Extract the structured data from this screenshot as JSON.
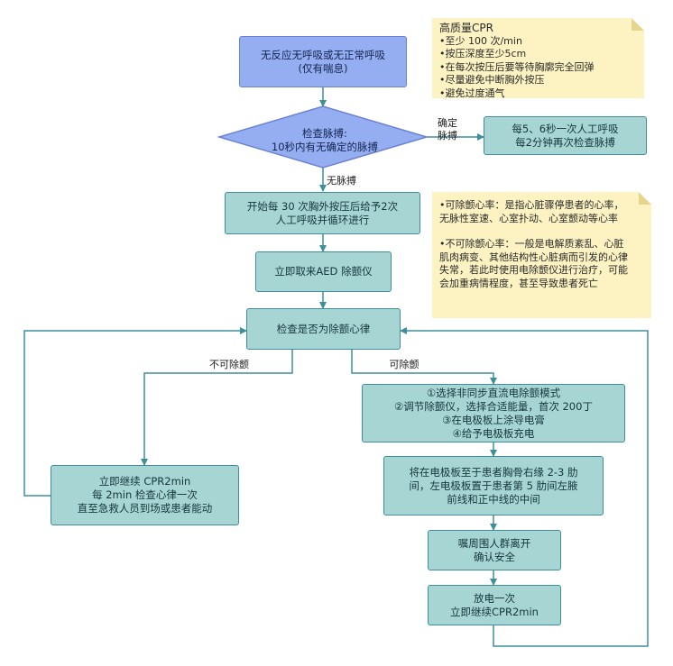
{
  "nodes": {
    "start": "无反应无呼吸或无正常呼吸\n(仅有喘息)",
    "check_pulse": "检查脉搏:\n10秒内有无确定的脉搏",
    "rescue_breathing": "每5、6秒一次人工呼吸\n每2分钟再次检查脉搏",
    "start_cpr": "开始每 30 次胸外按压后给予2次\n人工呼吸并循环进行",
    "get_aed": "立即取来AED 除颤仪",
    "check_rhythm": "检查是否为除颤心律",
    "continue_cpr": "立即继续 CPR2min\n每 2min 检查心律一次\n直至急救人员到场或患者能动",
    "aed_steps": "①选择非同步直流电除颤模式\n②调节除颤仪，选择合适能量，首次 200丁\n③在电极板上涂导电膏\n④给予电极板充电",
    "electrode_placement": "将在电极板至于患者胸骨右缘 2-3 肋\n间，左电极板置于患者第 5 肋间左腋\n前线和正中线的中间",
    "clear": "嘱周围人群离开\n确认安全",
    "shock": "放电一次\n立即继续CPR2min"
  },
  "edge_labels": {
    "pulse_yes": "确定\n脉搏",
    "pulse_no": "无脉搏",
    "not_shockable": "不可除颤",
    "shockable": "可除颤"
  },
  "notes": {
    "high_quality_cpr": {
      "title": "高质量CPR",
      "items": [
        "•至少 100 次/min",
        "•按压深度至少5cm",
        "•在每次按压后要等待胸廓完全回弹",
        "•尽量避免中断胸外按压",
        "•避免过度通气"
      ]
    },
    "rhythms": {
      "shockable": "•可除颤心率：是指心脏骤停患者的心率，无脉性室速、心室扑动、心室颤动等心率",
      "non_shockable": "•不可除颤心率：一般是电解质紊乱、心脏肌肉病变、其他结构性心脏病而引发的心律失常，若此时使用电除颤仪进行治疗，可能会加重病情程度，甚至导致患者死亡"
    }
  },
  "colors": {
    "teal_fill": "#a7d5d4",
    "teal_border": "#3f8f9a",
    "blue_fill": "#95aef2",
    "note_fill": "#fdf3c2",
    "arrow": "#3f8f9a"
  }
}
